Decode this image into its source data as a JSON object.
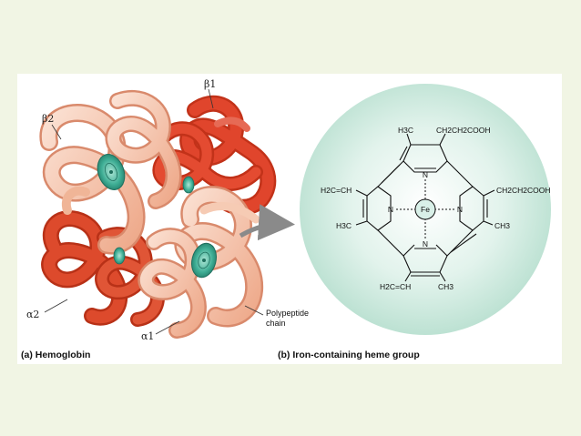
{
  "hemoglobin": {
    "labels": {
      "beta1": "β1",
      "beta2": "β2",
      "alpha1": "α1",
      "alpha2": "α2",
      "polypeptide": "Polypeptide",
      "chain": "chain"
    },
    "caption": "(a) Hemoglobin"
  },
  "heme": {
    "caption": "(b) Iron-containing heme group",
    "iron": "Fe",
    "nitrogen": "N",
    "groups": {
      "h3c_top": "H3C",
      "propionate_top": "CH2CH2COOH",
      "vinyl_left": "H2C=CH",
      "h3c_left": "H3C",
      "propionate_right": "CH2CH2COOH",
      "ch3_right": "CH3",
      "vinyl_bottom": "H2C=CH",
      "ch3_bottom": "CH3"
    }
  },
  "colors": {
    "background": "#f1f5e4",
    "alpha_chain": "#f2b79a",
    "beta_chain": "#e0452c",
    "beta_chain_dark": "#c23219",
    "heme_disc": "#3fae95",
    "heme_circle": "#c8e7da"
  }
}
